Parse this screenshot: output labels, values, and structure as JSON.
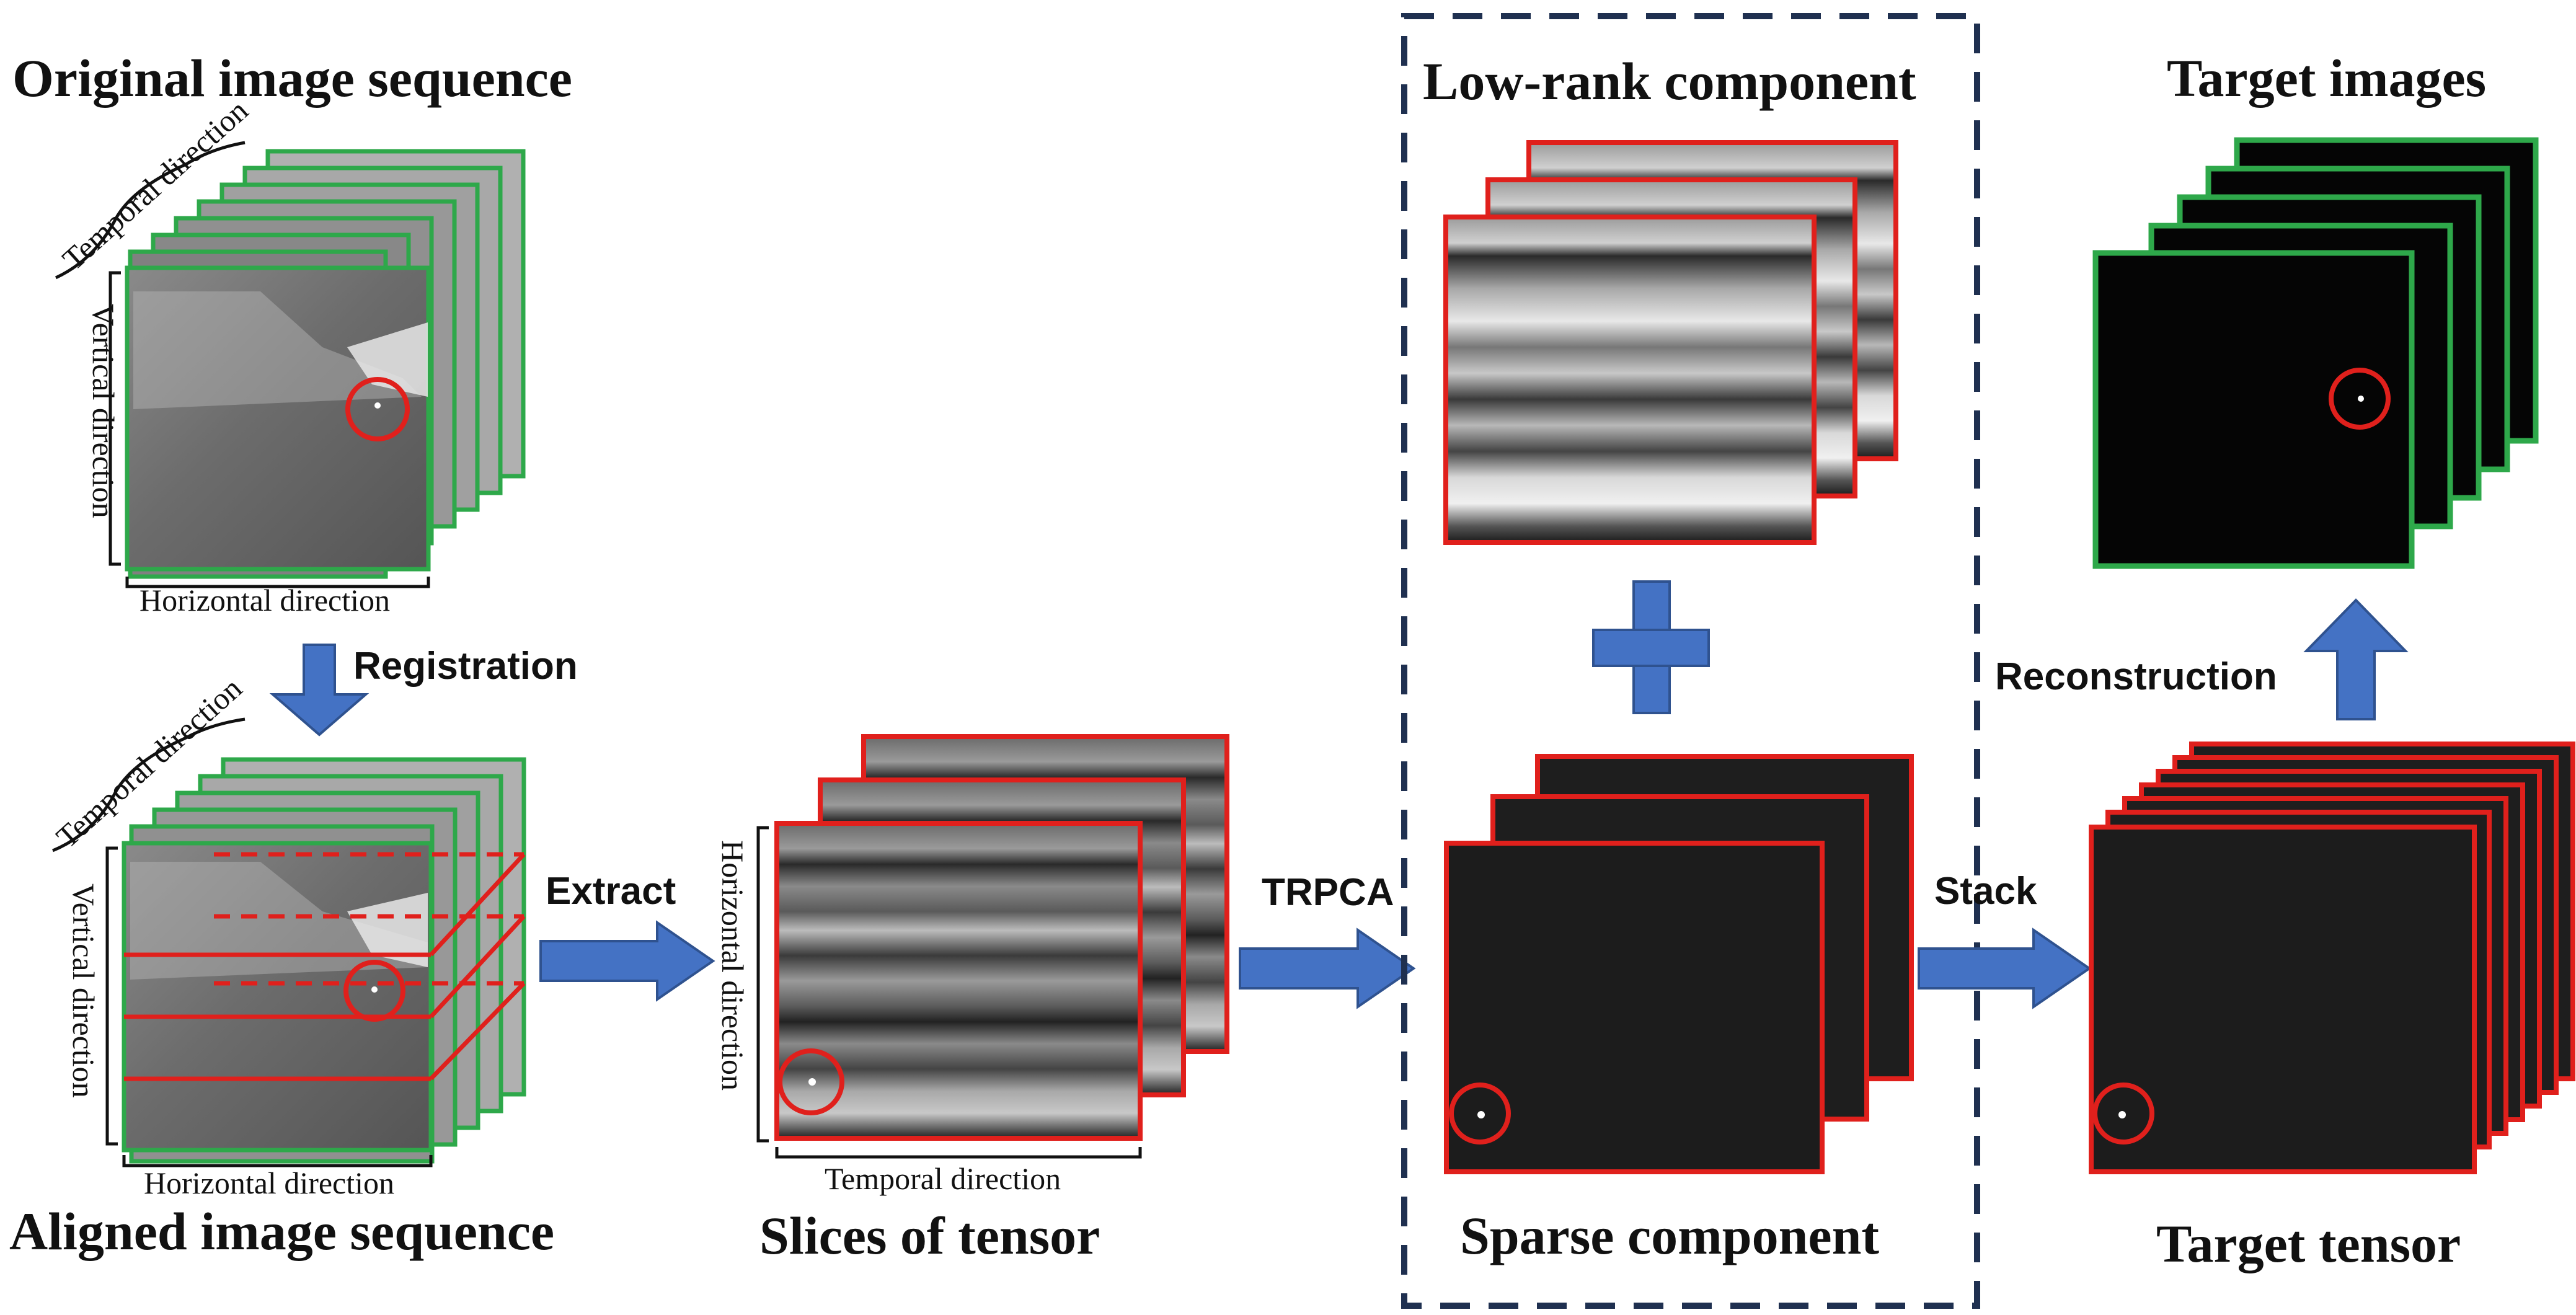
{
  "titles": {
    "original": "Original image sequence",
    "aligned": "Aligned image sequence",
    "slices": "Slices of tensor",
    "low_rank": "Low-rank component",
    "sparse": "Sparse component",
    "target_images": "Target images",
    "target_tensor": "Target tensor"
  },
  "axes": {
    "temporal": "Temporal direction",
    "vertical": "Vertical direction",
    "horizontal": "Horizontal direction"
  },
  "steps": {
    "registration": "Registration",
    "extract": "Extract",
    "trpca": "TRPCA",
    "stack": "Stack",
    "reconstruction": "Reconstruction"
  },
  "colors": {
    "frame_green": "#2ea84a",
    "frame_red": "#e0201c",
    "arrow_blue": "#4472c4",
    "box_dash": "#1f3050",
    "target_circle": "#e0201c"
  }
}
